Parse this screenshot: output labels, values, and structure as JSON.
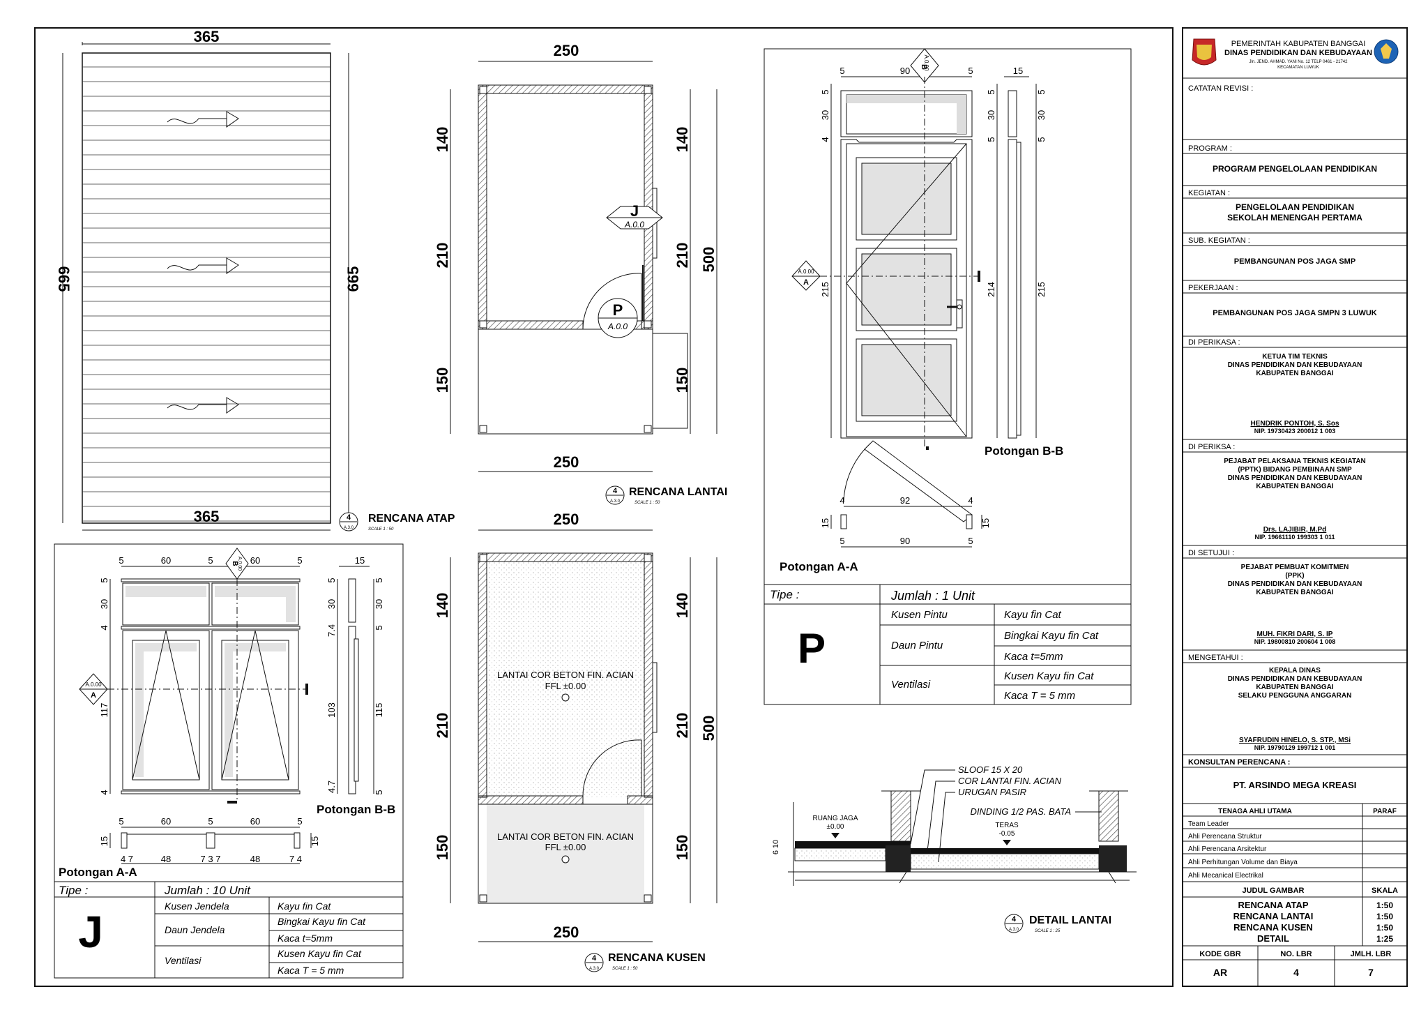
{
  "atap": {
    "top_dim": "365",
    "bottom_dim": "365",
    "left_dim": "665",
    "right_dim": "665",
    "title": "RENCANA ATAP",
    "scale": "SCALE 1 : 50",
    "tag_num": "4",
    "tag_sub": "A.3.0"
  },
  "lantai": {
    "top_dim": "250",
    "bottom_dim": "250",
    "left_dims": [
      "140",
      "210",
      "150"
    ],
    "right_dims": [
      "140",
      "210",
      "150"
    ],
    "total_dim": "500",
    "title": "RENCANA LANTAI",
    "scale": "SCALE 1 : 50",
    "tag_num": "4",
    "tag_sub": "A.3.0",
    "marker_j": "J",
    "marker_j_sub": "A.0.0",
    "marker_p": "P",
    "marker_p_sub": "A.0.0"
  },
  "kusen": {
    "top_dim": "250",
    "bottom_dim": "250",
    "left_dims": [
      "140",
      "210",
      "150"
    ],
    "right_dims": [
      "140",
      "210",
      "150"
    ],
    "total_dim": "500",
    "floor_text_1": "LANTAI COR BETON FIN. ACIAN",
    "ffl_1": "FFL ±0.00",
    "floor_text_2": "LANTAI COR BETON FIN. ACIAN",
    "ffl_2": "FFL ±0.00",
    "title": "RENCANA KUSEN",
    "scale": "SCALE 1 : 50",
    "tag_num": "4",
    "tag_sub": "A.3.0"
  },
  "door": {
    "dims_top": [
      "5",
      "90",
      "5"
    ],
    "dims_top_right": "15",
    "dims_left": [
      "5",
      "30",
      "4",
      "215"
    ],
    "dims_right_a": [
      "5",
      "30",
      "5",
      "214"
    ],
    "dims_right_b": [
      "5",
      "30",
      "5",
      "215"
    ],
    "plan_dims_top": [
      "4",
      "92",
      "4"
    ],
    "plan_dims_bottom": [
      "5",
      "90",
      "5"
    ],
    "plan_dims_side": "15",
    "section_b_label": "Potongan B-B",
    "section_a_label": "Potongan A-A",
    "marker_a": "A.0.00",
    "marker_a_letter": "A",
    "marker_b": "A.0.00",
    "marker_b_letter": "B",
    "table": {
      "type_label": "Tipe :",
      "qty": "Jumlah : 1 Unit",
      "code": "P",
      "rows": [
        {
          "part": "Kusen Pintu",
          "spec": [
            "Kayu fin Cat"
          ]
        },
        {
          "part": "Daun Pintu",
          "spec": [
            "Bingkai Kayu fin Cat",
            "Kaca t=5mm"
          ]
        },
        {
          "part": "Ventilasi",
          "spec": [
            "Kusen Kayu fin Cat",
            "Kaca T = 5 mm"
          ]
        }
      ]
    }
  },
  "window": {
    "dims_top": [
      "5",
      "60",
      "5",
      "60",
      "5"
    ],
    "dims_top_right": "15",
    "dims_left": [
      "5",
      "30",
      "4",
      "117",
      "4"
    ],
    "dims_mid": [
      "5",
      "30",
      "7.4",
      "103",
      "4.7"
    ],
    "dims_right": [
      "5",
      "30",
      "5",
      "115",
      "5"
    ],
    "plan_dims_top": [
      "5",
      "60",
      "5",
      "60",
      "5"
    ],
    "plan_dims_bottom": [
      "4 7",
      "48",
      "7 3 7",
      "48",
      "7 4"
    ],
    "plan_side": "15",
    "section_b_label": "Potongan B-B",
    "section_a_label": "Potongan A-A",
    "marker_a": "A.0.00",
    "marker_a_letter": "A",
    "marker_b": "A.0.00",
    "marker_b_letter": "B",
    "table": {
      "type_label": "Tipe :",
      "qty": "Jumlah : 10 Unit",
      "code": "J",
      "rows": [
        {
          "part": "Kusen Jendela",
          "spec": [
            "Kayu fin Cat"
          ]
        },
        {
          "part": "Daun Jendela",
          "spec": [
            "Bingkai Kayu fin Cat",
            "Kaca t=5mm"
          ]
        },
        {
          "part": "Ventilasi",
          "spec": [
            "Kusen Kayu fin Cat",
            "Kaca T = 5 mm"
          ]
        }
      ]
    }
  },
  "detail": {
    "notes": [
      "SLOOF 15 X 20",
      "COR LANTAI FIN. ACIAN",
      "URUGAN PASIR",
      "DINDING 1/2  PAS. BATA"
    ],
    "ruang": "RUANG JAGA",
    "ruang_lvl": "±0.00",
    "teras": "TERAS",
    "teras_lvl": "-0.05",
    "side_dims": [
      "10",
      "6"
    ],
    "title": "DETAIL LANTAI",
    "scale": "SCALE 1 : 25",
    "tag_num": "4",
    "tag_sub": "A.3.0"
  },
  "titleblock": {
    "header": [
      "PEMERINTAH KABUPATEN BANGGAI",
      "DINAS PENDIDIKAN DAN KEBUDAYAAN",
      "Jln. JEND. AHMAD. YANI No. 12 TELP 0461 - 21742",
      "KECAMATAN LUWUK"
    ],
    "catatan": "CATATAN  REVISI :",
    "program_label": "PROGRAM :",
    "program": "PROGRAM PENGELOLAAN PENDIDIKAN",
    "kegiatan_label": "KEGIATAN :",
    "kegiatan": [
      "PENGELOLAAN PENDIDIKAN",
      "SEKOLAH MENENGAH PERTAMA"
    ],
    "sub_label": "SUB. KEGIATAN :",
    "sub": "PEMBANGUNAN POS JAGA SMP",
    "pekerjaan_label": "PEKERJAAN :",
    "pekerjaan": "PEMBANGUNAN POS JAGA SMPN 3 LUWUK",
    "diperikasa_label": "DI PERIKASA :",
    "diperikasa": [
      "KETUA TIM TEKNIS",
      "DINAS PENDIDIKAN DAN KEBUDAYAAN",
      "KABUPATEN BANGGAI"
    ],
    "diperikasa_name": "HENDRIK PONTOH, S. Sos",
    "diperikasa_nip": "NIP. 19730423 200012 1 003",
    "diperiksa_label": "DI PERIKSA :",
    "diperiksa": [
      "PEJABAT PELAKSANA TEKNIS KEGIATAN",
      "(PPTK) BIDANG PEMBINAAN SMP",
      "DINAS PENDIDIKAN DAN KEBUDAYAAN",
      "KABUPATEN BANGGAI"
    ],
    "diperiksa_name": "Drs. LAJIBIR, M.Pd",
    "diperiksa_nip": "NIP. 19661110 199303 1 011",
    "disetujui_label": "DI SETUJUI :",
    "disetujui": [
      "PEJABAT PEMBUAT KOMITMEN",
      "(PPK)",
      "DINAS PENDIDIKAN DAN KEBUDAYAAN",
      "KABUPATEN BANGGAI"
    ],
    "disetujui_name": "MUH. FIKRI DARI, S. IP",
    "disetujui_nip": "NIP. 19800810 200604 1 008",
    "mengetahui_label": "MENGETAHUI :",
    "mengetahui": [
      "KEPALA DINAS",
      "DINAS PENDIDIKAN DAN KEBUDAYAAN",
      "KABUPATEN BANGGAI",
      "SELAKU PENGGUNA ANGGARAN"
    ],
    "mengetahui_name": "SYAFRUDIN HINELO, S. STP., MSi",
    "mengetahui_nip": "NIP. 19790129 199712 1 001",
    "konsultan_label": "KONSULTAN PERENCANA :",
    "konsultan": "PT. ARSINDO MEGA KREASI",
    "tenaga_label": "TENAGA AHLI UTAMA",
    "paraf_label": "PARAF",
    "tenaga": [
      "Team Leader",
      "Ahli Perencana Struktur",
      "Ahli Perencana Arsitektur",
      "Ahli Perhitungan Volume dan Biaya",
      "Ahli Mecanical Electrikal"
    ],
    "judul_label": "JUDUL GAMBAR",
    "skala_label": "SKALA",
    "judul": [
      "RENCANA ATAP",
      "RENCANA LANTAI",
      "RENCANA KUSEN",
      "DETAIL"
    ],
    "skala": [
      "1:50",
      "1:50",
      "1:50",
      "1:25"
    ],
    "kode_label": "KODE GBR",
    "nolbr_label": "NO. LBR",
    "jmlh_label": "JMLH. LBR",
    "kode": "AR",
    "nolbr": "4",
    "jmlh": "7"
  },
  "colors": {
    "line": "#111111",
    "hatch": "#555555",
    "glass": "#e2e2e2",
    "floor": "#ececec"
  }
}
